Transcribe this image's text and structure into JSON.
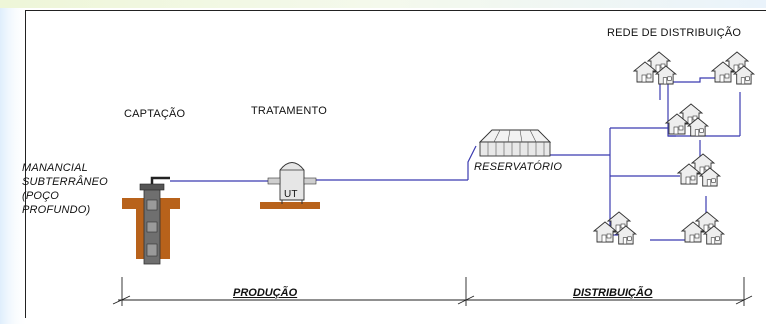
{
  "labels": {
    "source": [
      "MANANCIAL",
      "SUBTERRÂNEO",
      "(POÇO",
      "PROFUNDO)"
    ],
    "captacao": "CAPTAÇÃO",
    "tratamento": "TRATAMENTO",
    "reservatorio": "RESERVATÓRIO",
    "rede": "REDE DE DISTRIBUIÇÃO",
    "ut": "UT"
  },
  "phases": {
    "producao": "PRODUÇÃO",
    "distribuicao": "DISTRIBUIÇÃO"
  },
  "colors": {
    "pipe": "#3b3bb0",
    "ground": "#b8621b",
    "frame": "#222222",
    "well": "#6f6f6f",
    "house_fill": "#eeeeee"
  }
}
